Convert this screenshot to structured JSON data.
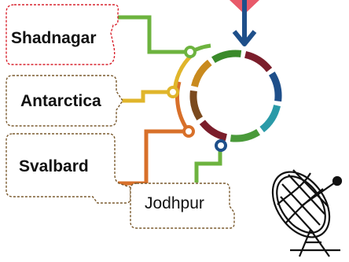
{
  "nodes": [
    {
      "id": "shadnagar",
      "label": "Shadnagar",
      "border_color": "#d9232e",
      "line_color": "#6db33f"
    },
    {
      "id": "antarctica",
      "label": "Antarctica",
      "border_color": "#7a5a2e",
      "line_color": "#e0b52b"
    },
    {
      "id": "svalbard",
      "label": "Svalbard",
      "border_color": "#7a5a2e",
      "line_color": "#d8702a"
    },
    {
      "id": "jodhpur",
      "label": "Jodhpur",
      "border_color": "#7a5a2e",
      "line_color": "#6db33f"
    }
  ],
  "hub": {
    "ring_colors": [
      "#7b1e2b",
      "#1e4f8a",
      "#2a9aa8",
      "#4a9a3a",
      "#7b1e2b",
      "#7b4a1e",
      "#c98a1e",
      "#3a8a2a"
    ],
    "inner_arc_colors": [
      "#d8702a",
      "#e0b52b",
      "#6db33f"
    ]
  },
  "arrow": {
    "color": "#1e4f8a",
    "pointer_color": "#e85a6a"
  },
  "icons": {
    "satellite": "satellite-dish-icon"
  }
}
